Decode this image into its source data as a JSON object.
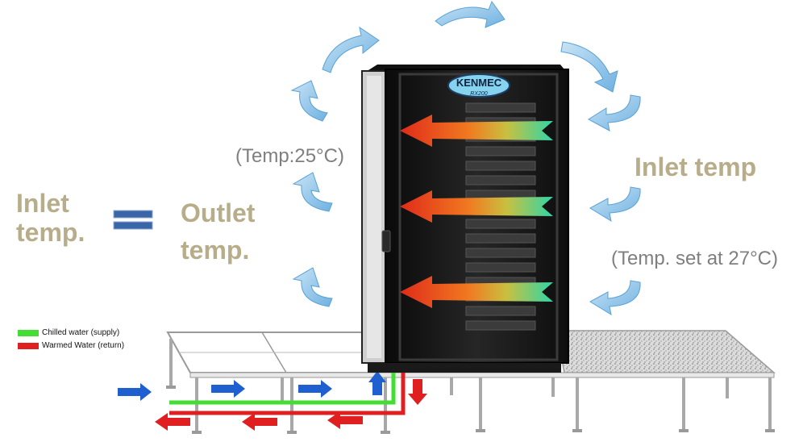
{
  "labels": {
    "inlet_temp_left": [
      "Inlet",
      "temp."
    ],
    "outlet_temp": [
      "Outlet",
      "temp."
    ],
    "temp_25": "(Temp:25°C)",
    "inlet_temp_right": "Inlet temp",
    "temp_27": "(Temp. set at 27°C)",
    "brand": "KENMEC",
    "brand_sub": "RX200"
  },
  "legend": [
    {
      "label": "Chilled water (supply)",
      "color": "#44dd33"
    },
    {
      "label": "Warmed Water (return)",
      "color": "#e02020"
    }
  ],
  "colors": {
    "label_tan": "#b8ad8a",
    "label_gray": "#7f7f7f",
    "air_arrow": "#8fc6ea",
    "equals_sign": "#3a66a8",
    "flow_arrow_blue": "#1f5fd0",
    "flow_arrow_red": "#e02020",
    "rack_body": "#141414",
    "hot_air": "#e83020",
    "cool_air": "#2fd6a8"
  },
  "icons": [
    "air-circulation-arrow-icon",
    "heat-flow-arrow-icon",
    "equals-icon",
    "pipe-flow-arrow-icon"
  ]
}
